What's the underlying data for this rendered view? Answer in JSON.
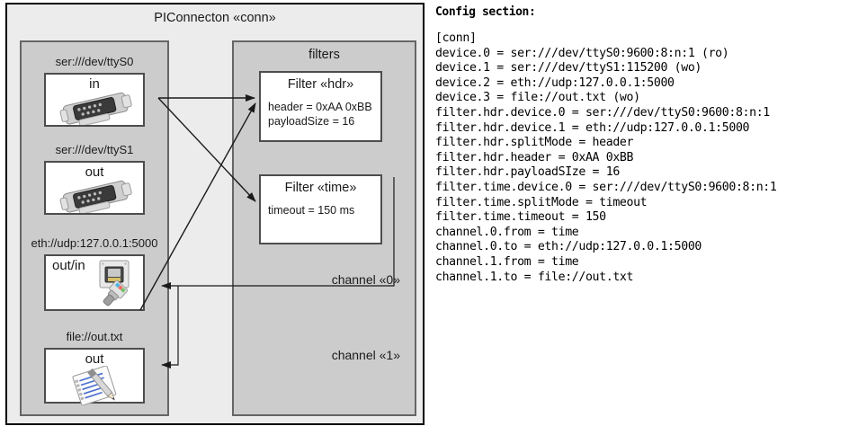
{
  "diagram": {
    "title": "PIConnecton «conn»",
    "devices_group": {
      "title": ""
    },
    "filters_group": {
      "title": "filters"
    },
    "devices": [
      {
        "label": "ser:///dev/ttyS0",
        "direction": "in",
        "icon": "serial-port-icon"
      },
      {
        "label": "ser:///dev/ttyS1",
        "direction": "out",
        "icon": "serial-port-icon"
      },
      {
        "label": "eth://udp:127.0.0.1:5000",
        "direction": "out/in",
        "icon": "ethernet-port-icon"
      },
      {
        "label": "file://out.txt",
        "direction": "out",
        "icon": "text-file-icon"
      }
    ],
    "filters": [
      {
        "title": "Filter «hdr»",
        "attrs": [
          "header = 0xAA 0xBB",
          "payloadSize = 16"
        ]
      },
      {
        "title": "Filter «time»",
        "attrs": [
          "timeout = 150 ms"
        ]
      }
    ],
    "channels": [
      {
        "label": "channel «0»"
      },
      {
        "label": "channel «1»"
      }
    ],
    "colors": {
      "outer_background": "#ececec",
      "group_background": "#cccccc",
      "group_border": "#666666",
      "box_border": "#4d4d4d",
      "box_background": "#ffffff",
      "edge": "#1a1a1a",
      "outer_border": "#000000"
    }
  },
  "config": {
    "heading": "Config section:",
    "text": "[conn]\ndevice.0 = ser:///dev/ttyS0:9600:8:n:1 (ro)\ndevice.1 = ser:///dev/ttyS1:115200 (wo)\ndevice.2 = eth://udp:127.0.0.1:5000\ndevice.3 = file://out.txt (wo)\nfilter.hdr.device.0 = ser:///dev/ttyS0:9600:8:n:1\nfilter.hdr.device.1 = eth://udp:127.0.0.1:5000\nfilter.hdr.splitMode = header\nfilter.hdr.header = 0xAA 0xBB\nfilter.hdr.payloadSIze = 16\nfilter.time.device.0 = ser:///dev/ttyS0:9600:8:n:1\nfilter.time.splitMode = timeout\nfilter.time.timeout = 150\nchannel.0.from = time\nchannel.0.to = eth://udp:127.0.0.1:5000\nchannel.1.from = time\nchannel.1.to = file://out.txt",
    "lines": [
      "[conn]",
      "device.0 = ser:///dev/ttyS0:9600:8:n:1 (ro)",
      "device.1 = ser:///dev/ttyS1:115200 (wo)",
      "device.2 = eth://udp:127.0.0.1:5000",
      "device.3 = file://out.txt (wo)",
      "filter.hdr.device.0 = ser:///dev/ttyS0:9600:8:n:1",
      "filter.hdr.device.1 = eth://udp:127.0.0.1:5000",
      "filter.hdr.splitMode = header",
      "filter.hdr.header = 0xAA 0xBB",
      "filter.hdr.payloadSIze = 16",
      "filter.time.device.0 = ser:///dev/ttyS0:9600:8:n:1",
      "filter.time.splitMode = timeout",
      "filter.time.timeout = 150",
      "channel.0.from = time",
      "channel.0.to = eth://udp:127.0.0.1:5000",
      "channel.1.from = time",
      "channel.1.to = file://out.txt"
    ]
  }
}
